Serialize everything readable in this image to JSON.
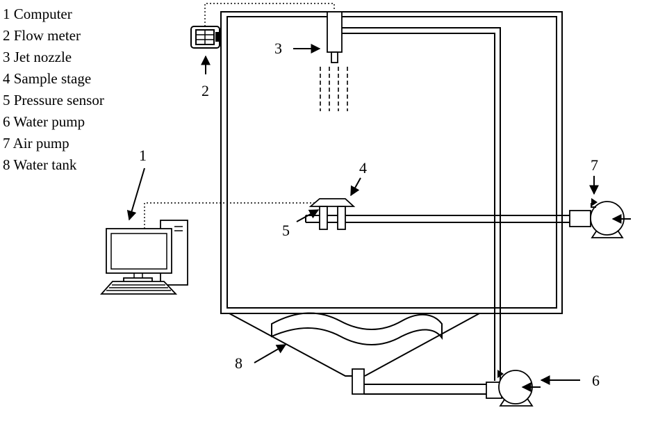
{
  "legend": [
    "1 Computer",
    "2 Flow meter",
    "3 Jet nozzle",
    "4 Sample stage",
    "5 Pressure sensor",
    "6 Water pump",
    "7 Air pump",
    "8 Water tank"
  ],
  "callouts": {
    "computer": "1",
    "flow_meter": "2",
    "jet_nozzle": "3",
    "sample_stage": "4",
    "pressure_sensor": "5",
    "water_pump": "6",
    "air_pump": "7",
    "water_tank": "8"
  },
  "colors": {
    "line": "#000000",
    "background": "#ffffff"
  }
}
